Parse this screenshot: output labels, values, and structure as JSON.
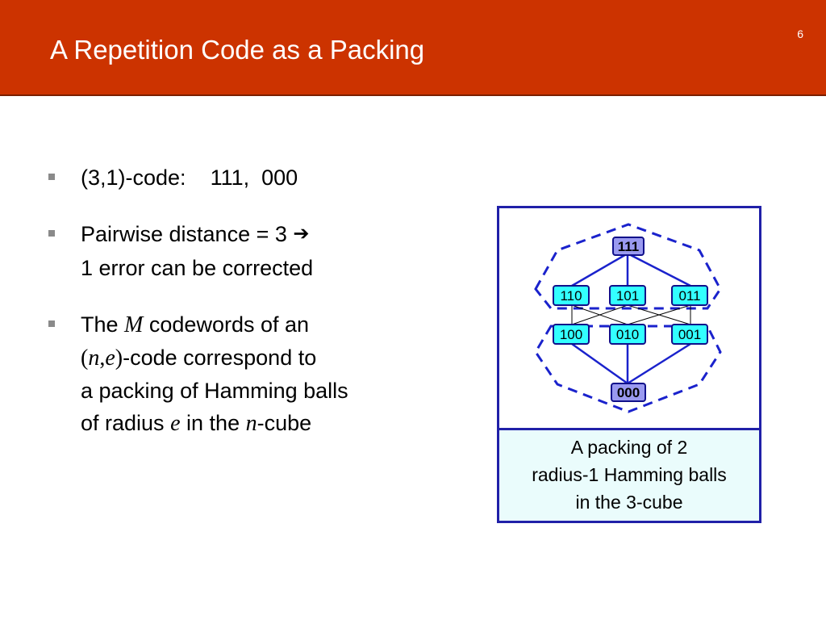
{
  "header": {
    "title": "A Repetition Code as a Packing",
    "slide_number": "6",
    "background_color": "#cc3300"
  },
  "bullets": {
    "item1": {
      "text": "(3,1)-code:    111,  000"
    },
    "item2": {
      "line1": "Pairwise distance = 3",
      "arrow": "➔",
      "line2": "1 error can be corrected"
    },
    "item3": {
      "the": "The",
      "var_M": "M",
      "after_M": "codewords of an",
      "paren_open": "(",
      "var_n": "n",
      "comma": ",",
      "var_e": "e",
      "paren_close": ")",
      "after_ne": "-code correspond to",
      "line3": "a packing of Hamming balls",
      "of_radius": "of radius",
      "var_e2": "e",
      "in_the": "in the",
      "var_n2": "n",
      "cube": "-cube"
    }
  },
  "figure": {
    "nodes": {
      "n111": "111",
      "n110": "110",
      "n101": "101",
      "n011": "011",
      "n100": "100",
      "n010": "010",
      "n001": "001",
      "n000": "000"
    },
    "caption": {
      "line1": "A packing of 2",
      "line2": "radius-1 Hamming balls",
      "line3": "in the 3-cube"
    },
    "colors": {
      "frame": "#2020a8",
      "codeword_fill": "#9a9af0",
      "neighbor_fill": "#33ffff",
      "caption_bg": "#eafcfc"
    }
  }
}
